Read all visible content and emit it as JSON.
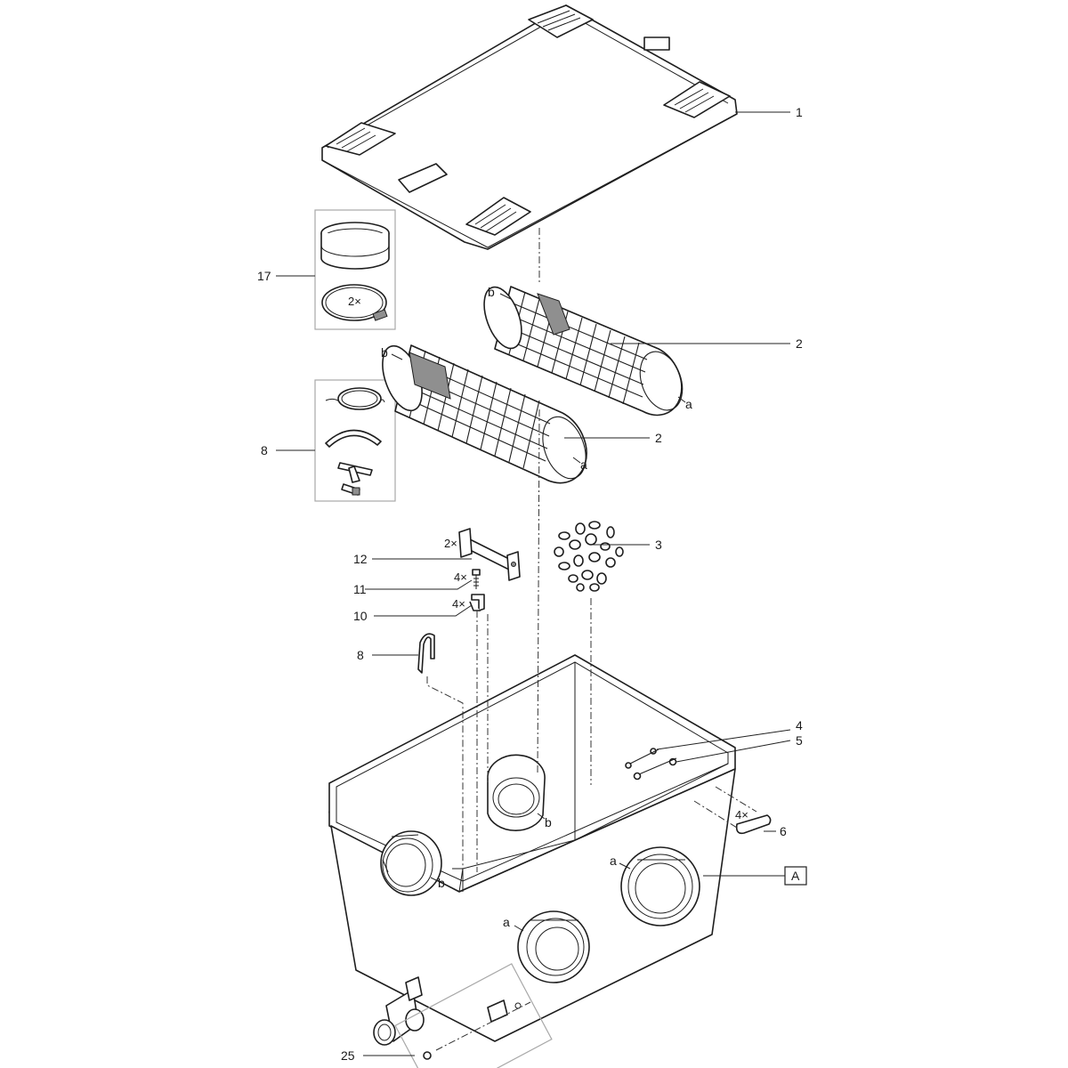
{
  "callouts": {
    "c1": "1",
    "c2_top": "2",
    "c2_bottom": "2",
    "c3": "3",
    "c4": "4",
    "c5": "5",
    "c6": "6",
    "c8_kit": "8",
    "c8_pipe": "8",
    "c10": "10",
    "c11": "11",
    "c12": "12",
    "c17": "17",
    "c25": "25",
    "cA": "A"
  },
  "ends": {
    "b_top_tube": "b",
    "a_top_tube": "a",
    "b_bottom_tube": "b",
    "a_bottom_tube": "a",
    "b_inner_flange": "b",
    "b_left_flange": "b",
    "a_right_flange": "a",
    "a_front_flange": "a"
  },
  "multipliers": {
    "clamp_ring": "2×",
    "part12": "2×",
    "part11": "4×",
    "part10": "4×",
    "part6": "4×"
  }
}
